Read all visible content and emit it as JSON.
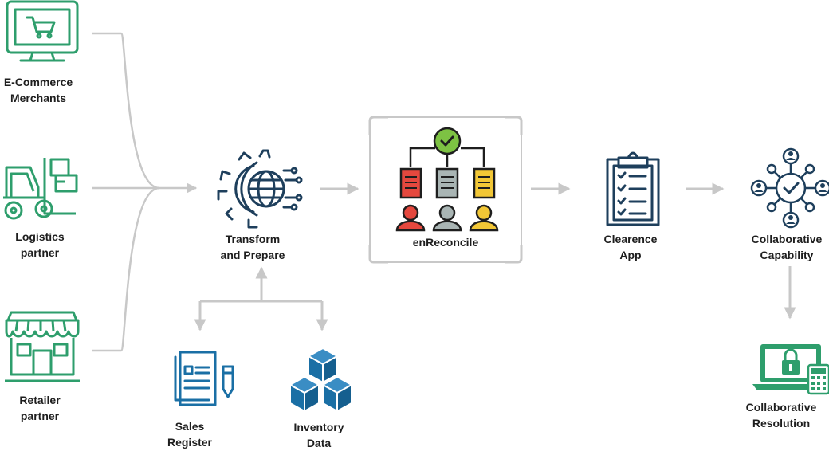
{
  "sources": [
    {
      "line1": "E-Commerce",
      "line2": "Merchants"
    },
    {
      "line1": "Logistics",
      "line2": "partner"
    },
    {
      "line1": "Retailer",
      "line2": "partner"
    }
  ],
  "transform": {
    "line1": "Transform",
    "line2": "and Prepare"
  },
  "inputs": [
    {
      "line1": "Sales",
      "line2": "Register"
    },
    {
      "line1": "Inventory",
      "line2": "Data"
    }
  ],
  "reconcile": {
    "label": "enReconcile"
  },
  "clearance": {
    "line1": "Clearence",
    "line2": "App"
  },
  "collab_capability": {
    "line1": "Collaborative",
    "line2": "Capability"
  },
  "collab_resolution": {
    "line1": "Collaborative",
    "line2": "Resolution"
  },
  "colors": {
    "green": "#2e9e6c",
    "navy": "#1e3f5c",
    "blue": "#1a6fa5",
    "arrow": "#c8c8c8",
    "red": "#e5483e",
    "gray": "#a9b5b4",
    "yellow": "#f2c736",
    "check_green": "#7dc243"
  },
  "icons": [
    "shopping-cart-monitor-icon",
    "forklift-icon",
    "storefront-icon",
    "globe-gear-icon",
    "org-chart-people-icon",
    "clipboard-checklist-icon",
    "network-people-icon",
    "document-pencil-icon",
    "boxes-icon",
    "laptop-lock-icon"
  ]
}
